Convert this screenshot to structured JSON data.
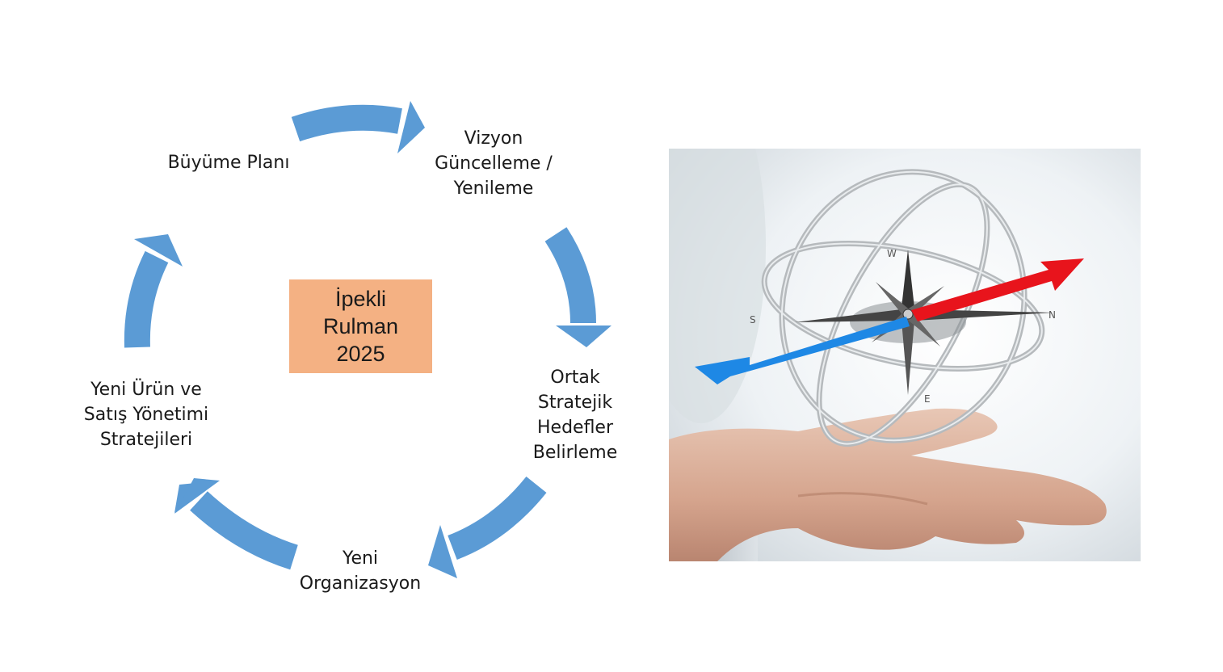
{
  "diagram": {
    "center": {
      "line1": "İpekli",
      "line2": "Rulman",
      "line3": "2025"
    },
    "nodes": {
      "vision": [
        "Vizyon",
        "Güncelleme /",
        "Yenileme"
      ],
      "goals": [
        "Ortak",
        "Stratejik",
        "Hedefler",
        "Belirleme"
      ],
      "organization": [
        "Yeni",
        "Organizasyon"
      ],
      "product_sales": [
        "Yeni Ürün ve",
        "Satış Yönetimi",
        "Stratejileri"
      ],
      "growth": [
        "Büyüme Planı"
      ]
    },
    "colors": {
      "arrow": "#5b9bd5",
      "center_box": "#f4b183"
    }
  },
  "photo": {
    "icon": "compass-hand-image",
    "compass_letters": [
      "W",
      "N",
      "S",
      "E"
    ]
  }
}
